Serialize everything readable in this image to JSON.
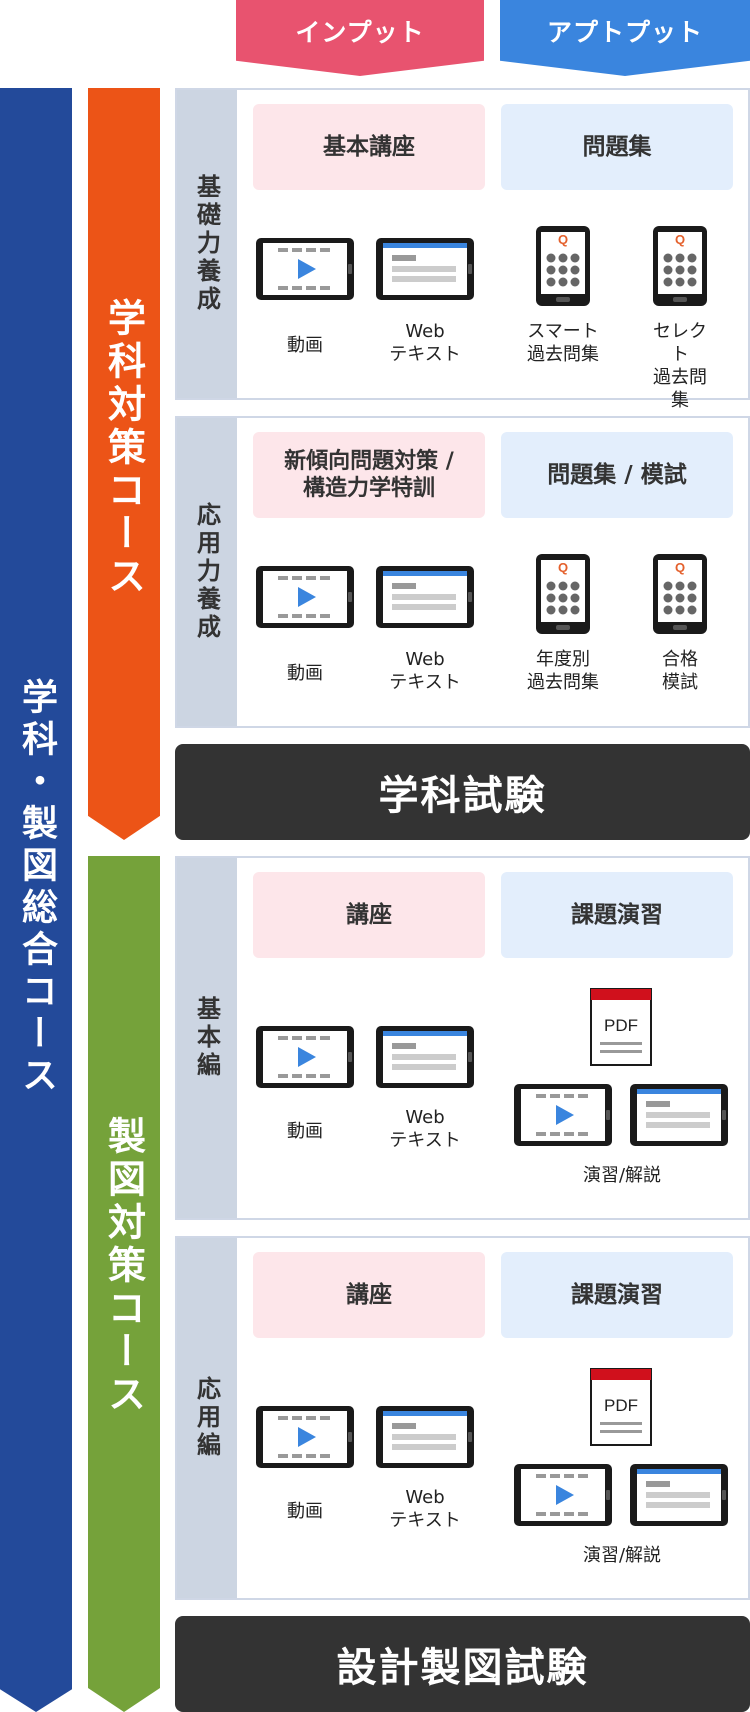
{
  "headers": {
    "input": "インプット",
    "output": "アプトプット"
  },
  "overall_course": "学科・製図総合コース",
  "gakka_course": "学科対策コース",
  "seizu_course": "製図対策コース",
  "sections": [
    {
      "side": "基礎力養成",
      "left_box": "基本講座",
      "right_box": "問題集",
      "captions": [
        "動画",
        "Web\nテキスト",
        "スマート\n過去問集",
        "セレクト\n過去問集"
      ]
    },
    {
      "side": "応用力養成",
      "left_box": "新傾向問題対策 /\n構造力学特訓",
      "right_box": "問題集 / 模試",
      "captions": [
        "動画",
        "Web\nテキスト",
        "年度別\n過去問集",
        "合格\n模試"
      ]
    },
    {
      "side": "基本編",
      "left_box": "講座",
      "right_box": "課題演習",
      "captions": [
        "動画",
        "Web\nテキスト",
        "演習/解説"
      ]
    },
    {
      "side": "応用編",
      "left_box": "講座",
      "right_box": "課題演習",
      "captions": [
        "動画",
        "Web\nテキスト",
        "演習/解説"
      ]
    }
  ],
  "exams": {
    "gakka": "学科試験",
    "seizu": "設計製図試験"
  },
  "icon_labels": {
    "q": "Q",
    "pdf": "PDF"
  },
  "colors": {
    "input_header": "#e8536f",
    "output_header": "#3a85de",
    "overall_bar": "#234a9a",
    "gakka_bar": "#ec5417",
    "seizu_bar": "#75a23a",
    "exam_bg": "#333333",
    "side_bg": "#ccd5e2",
    "input_box": "#fde6ea",
    "output_box": "#e3eefc"
  }
}
